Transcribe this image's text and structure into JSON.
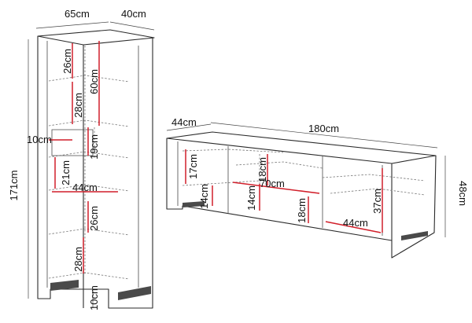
{
  "bookcase": {
    "width": "65cm",
    "depth": "40cm",
    "height": "171cm",
    "compartment_width": "10cm",
    "plinth": "10cm",
    "inner": [
      "26cm",
      "60cm",
      "28cm",
      "19cm",
      "21cm",
      "44cm",
      "26cm",
      "28cm"
    ]
  },
  "tv_stand": {
    "depth": "44cm",
    "width": "180cm",
    "height": "48cm",
    "inner": [
      "17cm",
      "18cm",
      "14cm",
      "14cm",
      "70cm",
      "18cm",
      "37cm",
      "44cm"
    ]
  },
  "colors": {
    "outline": "#2a2a2a",
    "highlight": "#d11f2a"
  }
}
